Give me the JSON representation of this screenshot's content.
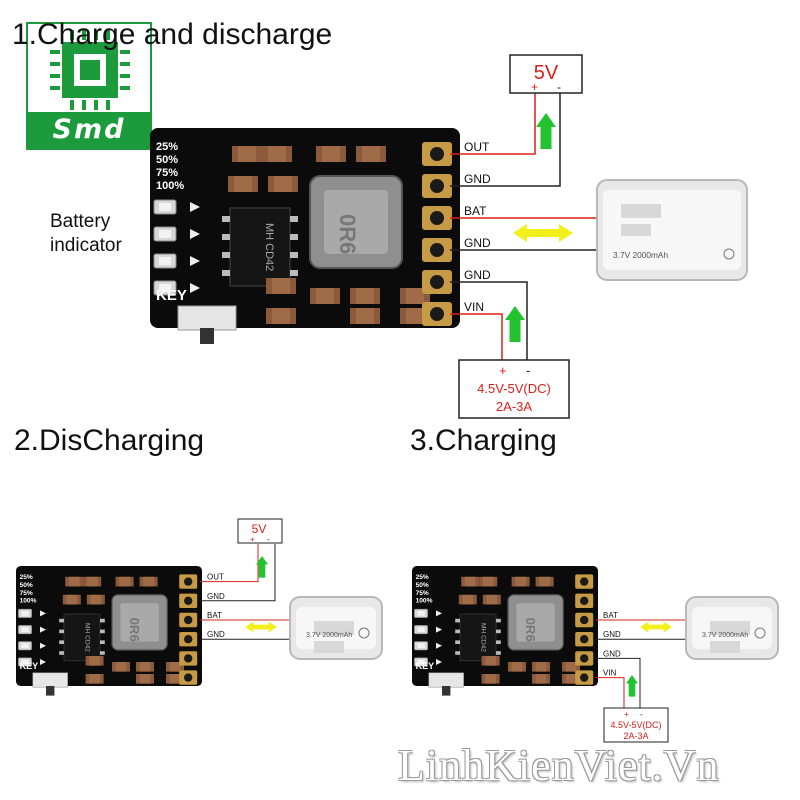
{
  "titles": {
    "charge_discharge": "1.Charge and discharge",
    "discharging": "2.DisCharging",
    "charging": "3.Charging"
  },
  "logo": {
    "text": "Smd",
    "color": "#1c9b3c"
  },
  "battery_indicator": [
    "Battery",
    "indicator"
  ],
  "board": {
    "levels": [
      "25%",
      "50%",
      "75%",
      "100%"
    ],
    "key_label": "KEY",
    "chip_label": "MH CD42",
    "inductor_label": "0R6",
    "pins": [
      "OUT",
      "GND",
      "BAT",
      "GND",
      "GND",
      "VIN"
    ]
  },
  "output_box": {
    "voltage": "5V",
    "plus": "+",
    "minus": "-"
  },
  "input_box": {
    "plus": "+",
    "minus": "-",
    "voltage": "4.5V-5V(DC)",
    "current": "2A-3A"
  },
  "battery": {
    "label": "3.7V 2000mAh"
  },
  "watermark": "LinhKienViet.Vn",
  "colors": {
    "pcb": "#0b0b0b",
    "wire_red": "#d9201a",
    "arrow_green": "#22c32e",
    "arrow_yellow": "#f2ef1a"
  }
}
